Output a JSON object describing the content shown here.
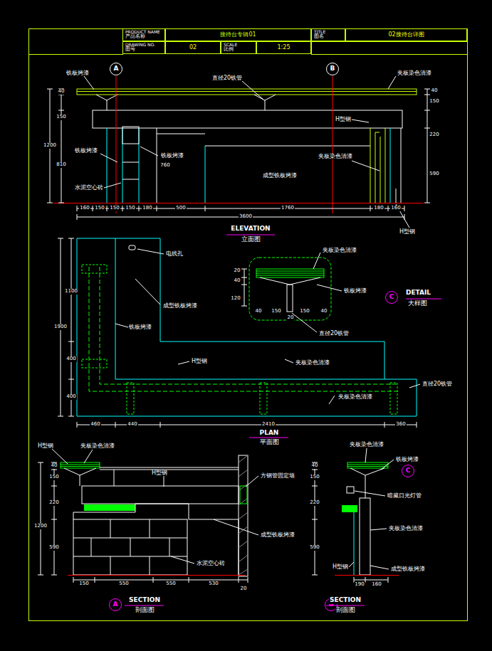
{
  "diagram": {
    "nodes": [
      {
        "text": [
          "PRODUCT NAME",
          "产品名称"
        ]
      },
      {
        "text": [
          "接待台专辑01"
        ]
      },
      {
        "text": [
          "TITLE",
          "图名"
        ]
      },
      {
        "text": [
          "02接待台详图"
        ]
      },
      {
        "text": [
          "DRAWING NO.",
          "图号"
        ]
      },
      {
        "text": [
          "02"
        ]
      },
      {
        "text": [
          "SCALE",
          "比例"
        ]
      },
      {
        "text": [
          "1:25"
        ]
      },
      {
        "text": [
          "A"
        ]
      },
      {
        "text": [
          "B"
        ]
      },
      {
        "text": [
          "C"
        ]
      },
      {
        "text": [
          "C"
        ]
      },
      {
        "text": [
          "A"
        ]
      },
      {
        "text": [
          "B"
        ]
      }
    ],
    "labels": [
      "铁板烤漆",
      "直径20铁管",
      "夹板染色清漆",
      "H型钢",
      "铁板烤漆",
      "水泥空心砖",
      "铁板烤漆",
      "成型铁板烤漆",
      "夹板染色清漆",
      "H型钢",
      "40",
      "150",
      "810",
      "1200",
      "760",
      "40",
      "150",
      "220",
      "590",
      "160",
      "150",
      "150",
      "150",
      "180",
      "500",
      "1760",
      "180",
      "160",
      "3600",
      "ELEVATION",
      "立面图",
      "电线孔",
      "成型铁板烤漆",
      "铁板烤漆",
      "H型钢",
      "夹板染色清漆",
      "夹板染色清漆",
      "直径20铁管",
      "1100",
      "1900",
      "400",
      "400",
      "460",
      "440",
      "2410",
      "360",
      "PLAN",
      "平面图",
      "夹板染色清漆",
      "铁板烤漆",
      "直径20铁管",
      "20",
      "40",
      "120",
      "40",
      "150",
      "150",
      "40",
      "20",
      "DETAIL",
      "大样图",
      "H型钢",
      "夹板染色清漆",
      "H型钢",
      "方钢管固定墙",
      "成型铁板烤漆",
      "水泥空心砖",
      "40",
      "150",
      "220",
      "590",
      "1200",
      "150",
      "550",
      "550",
      "530",
      "20",
      "SECTION",
      "剖面图",
      "夹板染色清漆",
      "铁板烤漆",
      "暗藏日光灯管",
      "夹板染色清漆",
      "H型钢",
      "成型铁板烤漆",
      "40",
      "150",
      "220",
      "590",
      "190",
      "160",
      "SECTION",
      "剖面图"
    ]
  }
}
